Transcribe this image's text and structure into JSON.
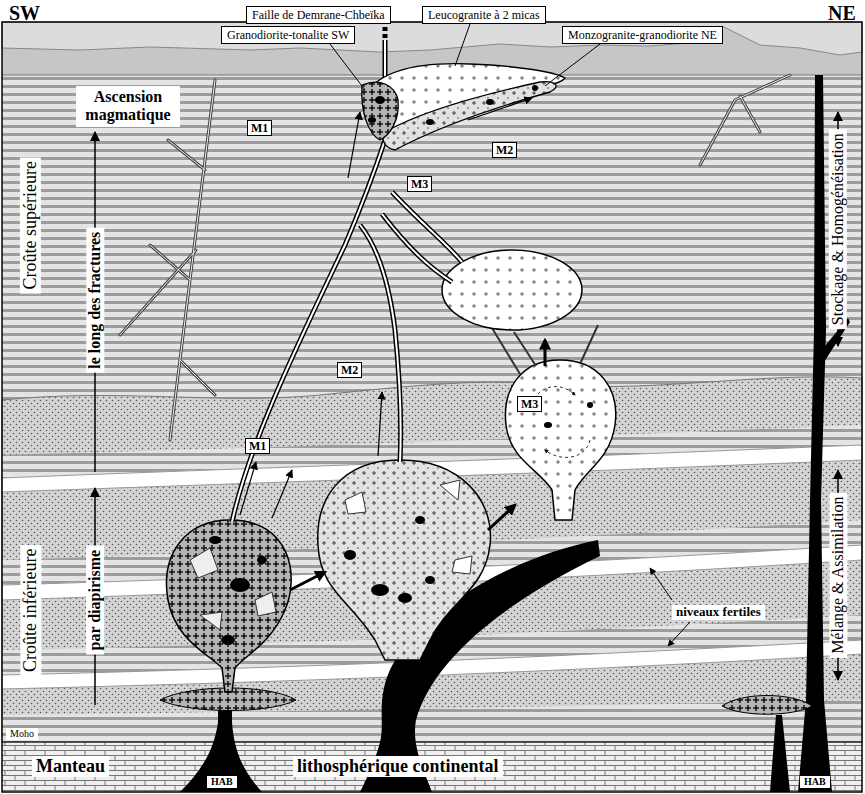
{
  "diagram": {
    "nodes": [
      {
        "text": [
          "Faille de Demrane-Chbeïka"
        ]
      },
      {
        "text": [
          "Leucogranite à 2 micas"
        ]
      },
      {
        "text": [
          "Granodiorite-tonalite SW"
        ]
      },
      {
        "text": [
          "Monzogranite-granodiorite NE"
        ]
      },
      {
        "text": [
          "M1"
        ]
      },
      {
        "text": [
          "M2"
        ]
      },
      {
        "text": [
          "M3"
        ]
      },
      {
        "text": [
          "M2"
        ]
      },
      {
        "text": [
          "M3"
        ]
      },
      {
        "text": [
          "M1"
        ]
      }
    ],
    "labels": [
      "SW",
      "NE",
      "Ascension magmatique",
      "le long des fractures",
      "par diapirisme",
      "Croûte supérieure",
      "Croûte inférieure",
      "Stockage & Homogénéisation",
      "Mélange & Assimilation",
      "niveaux fertiles",
      "Moho",
      "Manteau",
      "lithosphérique continental",
      "HAB",
      "HAB"
    ]
  }
}
